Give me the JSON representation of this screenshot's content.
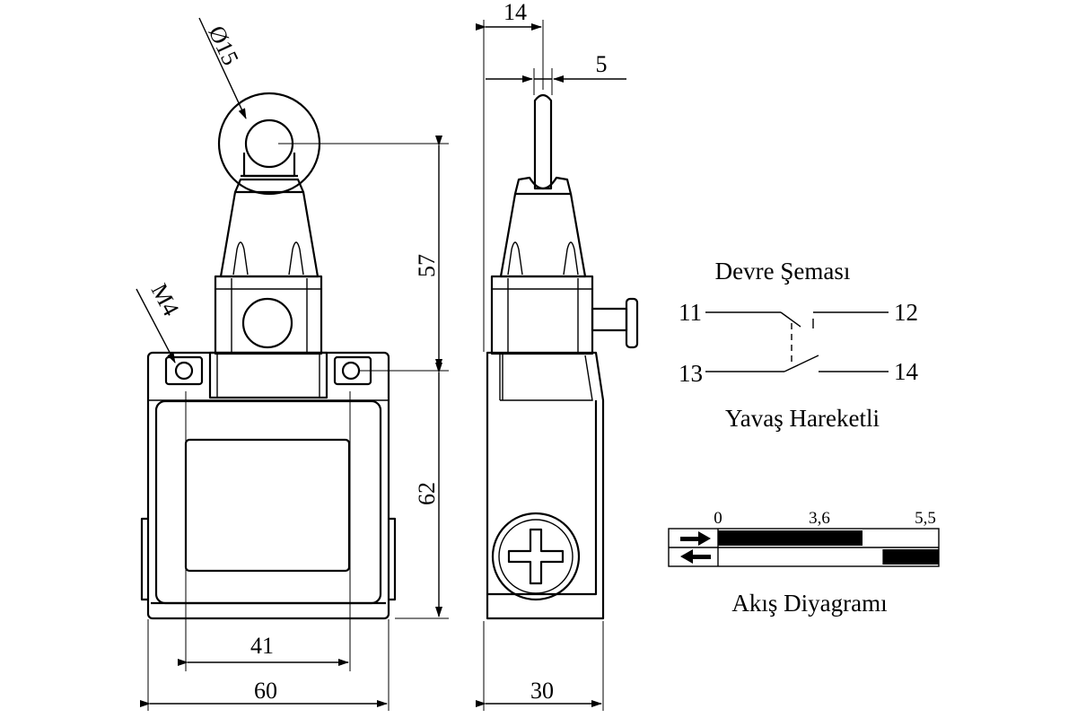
{
  "dimensions": {
    "roller_diameter": "Ø15",
    "thread": "M4",
    "actuator_height": "57",
    "body_height": "62",
    "hole_spacing": "41",
    "body_width": "60",
    "side_width": "30",
    "side_offset": "14",
    "lever_width": "5"
  },
  "circuit": {
    "title": "Devre Şeması",
    "terminals": [
      "11",
      "12",
      "13",
      "14"
    ],
    "subtitle": "Yavaş Hareketli"
  },
  "flow_diagram": {
    "title": "Akış Diyagramı",
    "ticks": [
      "0",
      "3,6",
      "5,5"
    ],
    "rows": [
      {
        "direction": "forward-arrow-icon",
        "black_from": 0,
        "black_to": 3.6
      },
      {
        "direction": "backward-arrow-icon",
        "black_from": 4.1,
        "black_to": 5.5
      }
    ]
  }
}
